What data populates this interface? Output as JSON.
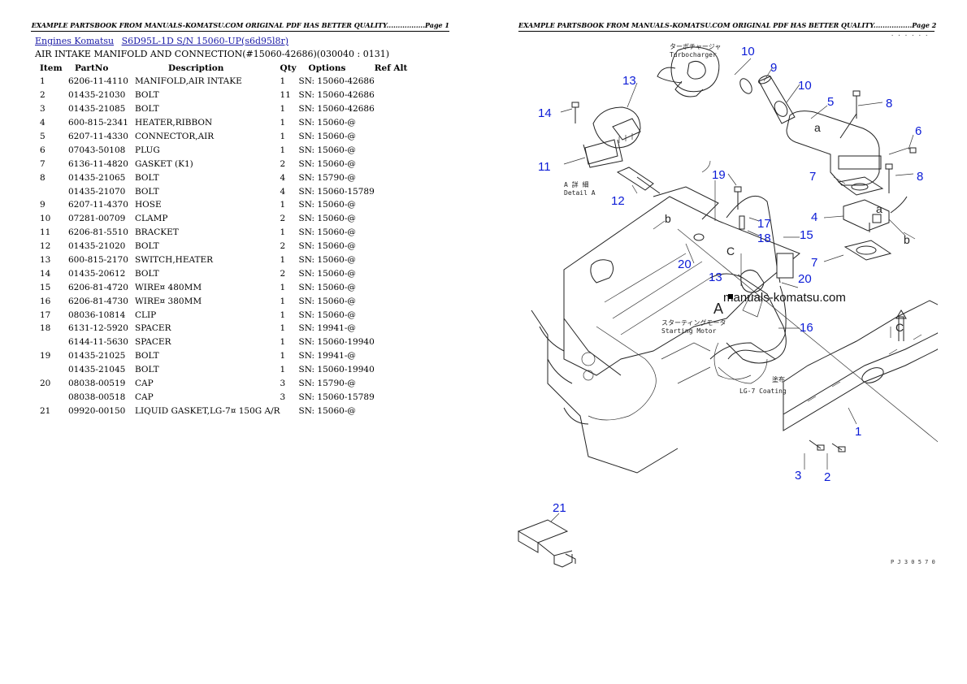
{
  "header": {
    "page1": "EXAMPLE PARTSBOOK FROM MANUALS-KOMATSU.COM ORIGINAL PDF HAS BETTER QUALITY.................Page 1",
    "page2": "EXAMPLE PARTSBOOK FROM MANUALS-KOMATSU.COM ORIGINAL PDF HAS BETTER QUALITY.................Page 2"
  },
  "breadcrumb": {
    "link1": "Engines Komatsu",
    "link2": "S6D95L-1D S/N 15060-UP(s6d95l8r)"
  },
  "section_title": "AIR INTAKE MANIFOLD AND CONNECTION(#15060-42686)(030040 : 0131)",
  "table": {
    "headers": {
      "item": "Item",
      "partno": "PartNo",
      "description": "Description",
      "qty": "Qty",
      "options": "Options",
      "refalt": "Ref Alt"
    },
    "rows": [
      {
        "item": "1",
        "partno": "6206-11-4110",
        "description": "MANIFOLD,AIR INTAKE",
        "qty": "1",
        "options": "SN: 15060-42686"
      },
      {
        "item": "2",
        "partno": "01435-21030",
        "description": "BOLT",
        "qty": "11",
        "options": "SN: 15060-42686"
      },
      {
        "item": "3",
        "partno": "01435-21085",
        "description": "BOLT",
        "qty": "1",
        "options": "SN: 15060-42686"
      },
      {
        "item": "4",
        "partno": "600-815-2341",
        "description": "HEATER,RIBBON",
        "qty": "1",
        "options": "SN: 15060-@"
      },
      {
        "item": "5",
        "partno": "6207-11-4330",
        "description": "CONNECTOR,AIR",
        "qty": "1",
        "options": "SN: 15060-@"
      },
      {
        "item": "6",
        "partno": "07043-50108",
        "description": "PLUG",
        "qty": "1",
        "options": "SN: 15060-@"
      },
      {
        "item": "7",
        "partno": "6136-11-4820",
        "description": "GASKET (K1)",
        "qty": "2",
        "options": "SN: 15060-@"
      },
      {
        "item": "8",
        "partno": "01435-21065",
        "description": "BOLT",
        "qty": "4",
        "options": "SN: 15790-@"
      },
      {
        "item": "",
        "partno": "01435-21070",
        "description": "BOLT",
        "qty": "4",
        "options": "SN: 15060-15789"
      },
      {
        "item": "9",
        "partno": "6207-11-4370",
        "description": "HOSE",
        "qty": "1",
        "options": "SN: 15060-@"
      },
      {
        "item": "10",
        "partno": "07281-00709",
        "description": "CLAMP",
        "qty": "2",
        "options": "SN: 15060-@"
      },
      {
        "item": "11",
        "partno": "6206-81-5510",
        "description": "BRACKET",
        "qty": "1",
        "options": "SN: 15060-@"
      },
      {
        "item": "12",
        "partno": "01435-21020",
        "description": "BOLT",
        "qty": "2",
        "options": "SN: 15060-@"
      },
      {
        "item": "13",
        "partno": "600-815-2170",
        "description": "SWITCH,HEATER",
        "qty": "1",
        "options": "SN: 15060-@"
      },
      {
        "item": "14",
        "partno": "01435-20612",
        "description": "BOLT",
        "qty": "2",
        "options": "SN: 15060-@"
      },
      {
        "item": "15",
        "partno": "6206-81-4720",
        "description": "WIRE¤ 480MM",
        "qty": "1",
        "options": "SN: 15060-@"
      },
      {
        "item": "16",
        "partno": "6206-81-4730",
        "description": "WIRE¤ 380MM",
        "qty": "1",
        "options": "SN: 15060-@"
      },
      {
        "item": "17",
        "partno": "08036-10814",
        "description": "CLIP",
        "qty": "1",
        "options": "SN: 15060-@"
      },
      {
        "item": "18",
        "partno": "6131-12-5920",
        "description": "SPACER",
        "qty": "1",
        "options": "SN: 19941-@"
      },
      {
        "item": "",
        "partno": "6144-11-5630",
        "description": "SPACER",
        "qty": "1",
        "options": "SN: 15060-19940"
      },
      {
        "item": "19",
        "partno": "01435-21025",
        "description": "BOLT",
        "qty": "1",
        "options": "SN: 19941-@"
      },
      {
        "item": "",
        "partno": "01435-21045",
        "description": "BOLT",
        "qty": "1",
        "options": "SN: 15060-19940"
      },
      {
        "item": "20",
        "partno": "08038-00519",
        "description": "CAP",
        "qty": "3",
        "options": "SN: 15790-@"
      },
      {
        "item": "",
        "partno": "08038-00518",
        "description": "CAP",
        "qty": "3",
        "options": "SN: 15060-15789"
      },
      {
        "item": "21",
        "partno": "09920-00150",
        "description": "LIQUID GASKET,LG-7¤ 150G A/R",
        "qty": "",
        "options": "SN: 15060-@"
      }
    ]
  },
  "diagram": {
    "callouts": [
      "1",
      "2",
      "3",
      "4",
      "5",
      "6",
      "7",
      "7",
      "8",
      "8",
      "9",
      "10",
      "10",
      "11",
      "12",
      "13",
      "13",
      "14",
      "15",
      "16",
      "17",
      "18",
      "19",
      "20",
      "20",
      "21"
    ],
    "letters": {
      "a1": "a",
      "a2": "a",
      "b1": "b",
      "b2": "b",
      "c1": "C",
      "c2": "C",
      "A": "A"
    },
    "labels": {
      "turbo_jp": "ターボチャージャ",
      "turbo_en": "Turbocharger",
      "detail_jp": "A 詳 細",
      "detail_en": "Detail A",
      "starter_jp": "スターティングモータ",
      "starter_en": "Starting Motor",
      "coating_jp": "塗布",
      "coating_en": "LG-7 Coating",
      "ref_code": "P J 3 0 5 7 0"
    },
    "watermark": "manuals-komatsu.com"
  }
}
